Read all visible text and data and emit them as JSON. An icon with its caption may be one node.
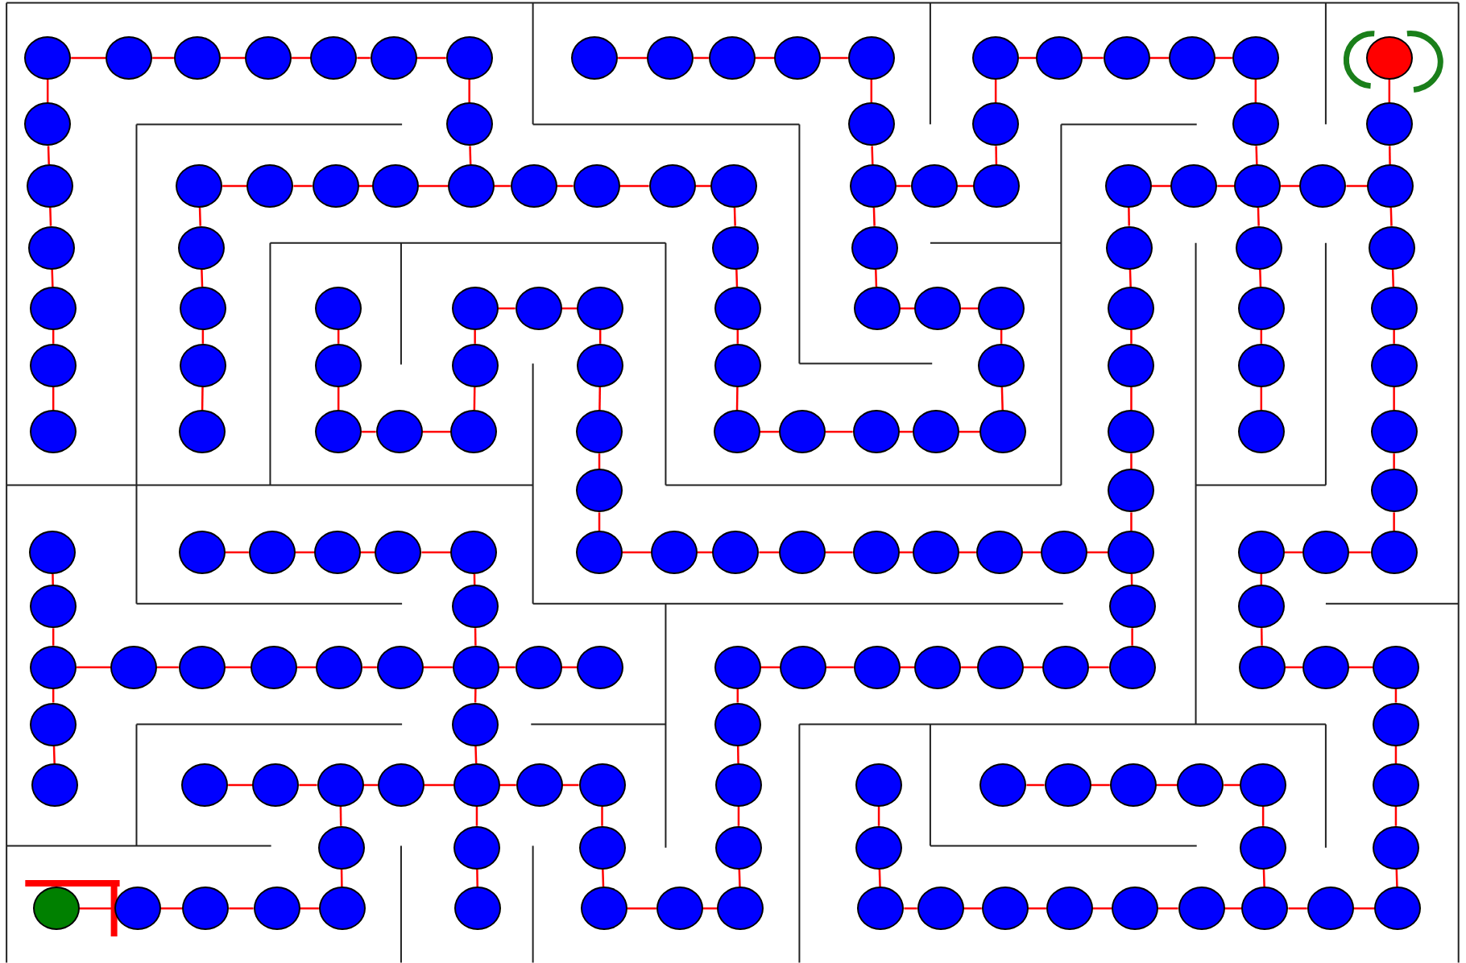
{
  "diagram": {
    "nodes": [
      {
        "text": [],
        "shape": "circle"
      },
      {
        "text": [],
        "shape": "circle"
      },
      {
        "text": [],
        "shape": "circle"
      },
      {
        "text": [],
        "shape": "circle"
      },
      {
        "text": [],
        "shape": "circle"
      },
      {
        "text": [],
        "shape": "circle"
      },
      {
        "text": [],
        "shape": "circle"
      },
      {
        "text": [],
        "shape": "circle"
      },
      {
        "text": [],
        "shape": "circle"
      },
      {
        "text": [],
        "shape": "circle"
      },
      {
        "text": [],
        "shape": "circle"
      },
      {
        "text": [],
        "shape": "circle"
      },
      {
        "text": [],
        "shape": "circle"
      },
      {
        "text": [],
        "shape": "circle"
      },
      {
        "text": [],
        "shape": "circle"
      },
      {
        "text": [],
        "shape": "circle"
      },
      {
        "text": [],
        "shape": "circle"
      },
      {
        "text": [],
        "shape": "circle"
      },
      {
        "text": [],
        "shape": "circle"
      },
      {
        "text": [],
        "shape": "circle"
      },
      {
        "text": [],
        "shape": "circle"
      },
      {
        "text": [],
        "shape": "circle"
      },
      {
        "text": [],
        "shape": "circle"
      },
      {
        "text": [],
        "shape": "circle"
      },
      {
        "text": [],
        "shape": "circle"
      },
      {
        "text": [],
        "shape": "circle"
      },
      {
        "text": [],
        "shape": "circle"
      },
      {
        "text": [],
        "shape": "circle"
      },
      {
        "text": [],
        "shape": "circle"
      },
      {
        "text": [],
        "shape": "circle"
      },
      {
        "text": [],
        "shape": "circle"
      },
      {
        "text": [],
        "shape": "circle"
      },
      {
        "text": [],
        "shape": "circle"
      },
      {
        "text": [],
        "shape": "circle"
      },
      {
        "text": [],
        "shape": "circle"
      },
      {
        "text": [],
        "shape": "circle"
      },
      {
        "text": [],
        "shape": "circle"
      },
      {
        "text": [],
        "shape": "circle"
      },
      {
        "text": [],
        "shape": "circle"
      },
      {
        "text": [],
        "shape": "circle"
      },
      {
        "text": [],
        "shape": "circle"
      },
      {
        "text": [],
        "shape": "circle"
      },
      {
        "text": [],
        "shape": "circle"
      },
      {
        "text": [],
        "shape": "circle"
      },
      {
        "text": [],
        "shape": "circle"
      },
      {
        "text": [],
        "shape": "circle"
      },
      {
        "text": [],
        "shape": "circle"
      },
      {
        "text": [],
        "shape": "circle"
      },
      {
        "text": [],
        "shape": "circle"
      },
      {
        "text": [],
        "shape": "circle"
      },
      {
        "text": [],
        "shape": "circle"
      },
      {
        "text": [],
        "shape": "circle"
      },
      {
        "text": [],
        "shape": "circle"
      },
      {
        "text": [],
        "shape": "circle"
      },
      {
        "text": [],
        "shape": "circle"
      },
      {
        "text": [],
        "shape": "circle"
      },
      {
        "text": [],
        "shape": "circle"
      },
      {
        "text": [],
        "shape": "circle"
      },
      {
        "text": [],
        "shape": "circle"
      },
      {
        "text": [],
        "shape": "circle"
      },
      {
        "text": [],
        "shape": "circle"
      },
      {
        "text": [],
        "shape": "circle"
      },
      {
        "text": [],
        "shape": "circle"
      },
      {
        "text": [],
        "shape": "circle"
      },
      {
        "text": [],
        "shape": "circle"
      },
      {
        "text": [],
        "shape": "circle"
      },
      {
        "text": [],
        "shape": "circle"
      },
      {
        "text": [],
        "shape": "circle"
      },
      {
        "text": [],
        "shape": "circle"
      },
      {
        "text": [],
        "shape": "circle"
      },
      {
        "text": [],
        "shape": "circle"
      },
      {
        "text": [],
        "shape": "circle"
      },
      {
        "text": [],
        "shape": "circle"
      },
      {
        "text": [],
        "shape": "circle"
      },
      {
        "text": [],
        "shape": "circle"
      },
      {
        "text": [],
        "shape": "circle"
      },
      {
        "text": [],
        "shape": "circle"
      },
      {
        "text": [],
        "shape": "circle"
      },
      {
        "text": [],
        "shape": "circle"
      },
      {
        "text": [],
        "shape": "circle"
      },
      {
        "text": [],
        "shape": "circle"
      },
      {
        "text": [],
        "shape": "circle"
      },
      {
        "text": [],
        "shape": "circle"
      },
      {
        "text": [],
        "shape": "circle"
      },
      {
        "text": [],
        "shape": "circle"
      },
      {
        "text": [],
        "shape": "circle"
      },
      {
        "text": [],
        "shape": "circle"
      },
      {
        "text": [],
        "shape": "circle"
      },
      {
        "text": [],
        "shape": "circle"
      },
      {
        "text": [],
        "shape": "circle"
      },
      {
        "text": [],
        "shape": "circle"
      },
      {
        "text": [],
        "shape": "circle"
      },
      {
        "text": [],
        "shape": "circle"
      },
      {
        "text": [],
        "shape": "circle"
      },
      {
        "text": [],
        "shape": "circle"
      },
      {
        "text": [],
        "shape": "circle"
      },
      {
        "text": [],
        "shape": "circle"
      },
      {
        "text": [],
        "shape": "circle"
      },
      {
        "text": [],
        "shape": "circle"
      },
      {
        "text": [],
        "shape": "circle"
      },
      {
        "text": [],
        "shape": "circle"
      },
      {
        "text": [],
        "shape": "circle"
      },
      {
        "text": [],
        "shape": "circle"
      },
      {
        "text": [],
        "shape": "circle"
      },
      {
        "text": [],
        "shape": "circle"
      },
      {
        "text": [],
        "shape": "circle"
      },
      {
        "text": [],
        "shape": "circle"
      },
      {
        "text": [],
        "shape": "circle"
      },
      {
        "text": [],
        "shape": "circle"
      },
      {
        "text": [],
        "shape": "circle"
      },
      {
        "text": [],
        "shape": "circle"
      },
      {
        "text": [],
        "shape": "circle"
      },
      {
        "text": [],
        "shape": "circle"
      },
      {
        "text": [],
        "shape": "circle"
      },
      {
        "text": [],
        "shape": "circle"
      },
      {
        "text": [],
        "shape": "circle"
      },
      {
        "text": [],
        "shape": "circle"
      },
      {
        "text": [],
        "shape": "circle"
      },
      {
        "text": [],
        "shape": "circle"
      },
      {
        "text": [],
        "shape": "circle"
      },
      {
        "text": [],
        "shape": "circle"
      },
      {
        "text": [],
        "shape": "circle"
      },
      {
        "text": [],
        "shape": "circle"
      },
      {
        "text": [],
        "shape": "circle"
      },
      {
        "text": [],
        "shape": "circle"
      },
      {
        "text": [],
        "shape": "circle"
      },
      {
        "text": [],
        "shape": "circle"
      },
      {
        "text": [],
        "shape": "circle"
      },
      {
        "text": [],
        "shape": "circle"
      },
      {
        "text": [],
        "shape": "circle"
      },
      {
        "text": [],
        "shape": "circle"
      },
      {
        "text": [],
        "shape": "circle"
      },
      {
        "text": [],
        "shape": "circle"
      },
      {
        "text": [],
        "shape": "circle"
      },
      {
        "text": [],
        "shape": "circle"
      },
      {
        "text": [],
        "shape": "circle"
      },
      {
        "text": [],
        "shape": "circle"
      },
      {
        "text": [],
        "shape": "circle"
      },
      {
        "text": [],
        "shape": "circle"
      },
      {
        "text": [],
        "shape": "circle"
      },
      {
        "text": [],
        "shape": "circle"
      },
      {
        "text": [],
        "shape": "circle"
      },
      {
        "text": [],
        "shape": "circle"
      },
      {
        "text": [],
        "shape": "circle"
      },
      {
        "text": [],
        "shape": "circle"
      },
      {
        "text": [],
        "shape": "circle"
      },
      {
        "text": [],
        "shape": "circle"
      },
      {
        "text": [],
        "shape": "circle"
      },
      {
        "text": [],
        "shape": "circle"
      },
      {
        "text": [],
        "shape": "circle"
      },
      {
        "text": [],
        "shape": "circle"
      },
      {
        "text": [],
        "shape": "circle"
      },
      {
        "text": [],
        "shape": "circle"
      },
      {
        "text": [],
        "shape": "circle"
      },
      {
        "text": [],
        "shape": "circle"
      },
      {
        "text": [],
        "shape": "circle"
      },
      {
        "text": [],
        "shape": "circle"
      },
      {
        "text": [],
        "shape": "circle"
      },
      {
        "text": [],
        "shape": "circle"
      },
      {
        "text": [],
        "shape": "circle"
      },
      {
        "text": [],
        "shape": "circle"
      },
      {
        "text": [],
        "shape": "circle"
      },
      {
        "text": [],
        "shape": "circle"
      },
      {
        "text": [],
        "shape": "circle"
      },
      {
        "text": [],
        "shape": "circle"
      },
      {
        "text": [],
        "shape": "circle"
      },
      {
        "text": [],
        "shape": "circle"
      },
      {
        "text": [],
        "shape": "circle"
      },
      {
        "text": [],
        "shape": "circle"
      },
      {
        "text": [],
        "shape": "circle"
      },
      {
        "text": [],
        "shape": "circle"
      },
      {
        "text": [],
        "shape": "circle"
      },
      {
        "text": [],
        "shape": "circle"
      },
      {
        "text": [],
        "shape": "circle"
      },
      {
        "text": [],
        "shape": "circle"
      }
    ],
    "edges": [
      {
        "from": 0,
        "to": 1,
        "arrow": "none"
      },
      {
        "from": 1,
        "to": 2,
        "arrow": "none"
      },
      {
        "from": 2,
        "to": 3,
        "arrow": "none"
      },
      {
        "from": 3,
        "to": 4,
        "arrow": "none"
      },
      {
        "from": 4,
        "to": 5,
        "arrow": "none"
      },
      {
        "from": 5,
        "to": 6,
        "arrow": "none"
      },
      {
        "from": 6,
        "to": 19,
        "arrow": "none"
      },
      {
        "from": 19,
        "to": 29,
        "arrow": "none"
      },
      {
        "from": 0,
        "to": 18,
        "arrow": "none"
      },
      {
        "from": 18,
        "to": 24,
        "arrow": "none"
      },
      {
        "from": 24,
        "to": 42,
        "arrow": "none"
      },
      {
        "from": 42,
        "to": 49,
        "arrow": "none"
      },
      {
        "from": 49,
        "to": 62,
        "arrow": "none"
      },
      {
        "from": 62,
        "to": 72,
        "arrow": "none"
      },
      {
        "from": 7,
        "to": 8,
        "arrow": "none"
      },
      {
        "from": 8,
        "to": 9,
        "arrow": "none"
      },
      {
        "from": 9,
        "to": 10,
        "arrow": "none"
      },
      {
        "from": 10,
        "to": 11,
        "arrow": "none"
      },
      {
        "from": 11,
        "to": 20,
        "arrow": "none"
      },
      {
        "from": 20,
        "to": 34,
        "arrow": "none"
      },
      {
        "from": 12,
        "to": 13,
        "arrow": "none"
      },
      {
        "from": 13,
        "to": 14,
        "arrow": "none"
      },
      {
        "from": 14,
        "to": 15,
        "arrow": "none"
      },
      {
        "from": 15,
        "to": 16,
        "arrow": "none"
      },
      {
        "from": 12,
        "to": 21,
        "arrow": "none"
      },
      {
        "from": 21,
        "to": 36,
        "arrow": "none"
      },
      {
        "from": 16,
        "to": 22,
        "arrow": "none"
      },
      {
        "from": 22,
        "to": 39,
        "arrow": "none"
      },
      {
        "from": 17,
        "to": 23,
        "arrow": "none"
      },
      {
        "from": 23,
        "to": 41,
        "arrow": "none"
      },
      {
        "from": 25,
        "to": 26,
        "arrow": "none"
      },
      {
        "from": 26,
        "to": 27,
        "arrow": "none"
      },
      {
        "from": 27,
        "to": 28,
        "arrow": "none"
      },
      {
        "from": 28,
        "to": 29,
        "arrow": "none"
      },
      {
        "from": 29,
        "to": 30,
        "arrow": "none"
      },
      {
        "from": 30,
        "to": 31,
        "arrow": "none"
      },
      {
        "from": 31,
        "to": 32,
        "arrow": "none"
      },
      {
        "from": 32,
        "to": 33,
        "arrow": "none"
      },
      {
        "from": 25,
        "to": 43,
        "arrow": "none"
      },
      {
        "from": 43,
        "to": 50,
        "arrow": "none"
      },
      {
        "from": 50,
        "to": 63,
        "arrow": "none"
      },
      {
        "from": 63,
        "to": 73,
        "arrow": "none"
      },
      {
        "from": 33,
        "to": 44,
        "arrow": "none"
      },
      {
        "from": 44,
        "to": 55,
        "arrow": "none"
      },
      {
        "from": 55,
        "to": 67,
        "arrow": "none"
      },
      {
        "from": 67,
        "to": 78,
        "arrow": "none"
      },
      {
        "from": 34,
        "to": 35,
        "arrow": "none"
      },
      {
        "from": 35,
        "to": 36,
        "arrow": "none"
      },
      {
        "from": 34,
        "to": 45,
        "arrow": "none"
      },
      {
        "from": 45,
        "to": 56,
        "arrow": "none"
      },
      {
        "from": 37,
        "to": 38,
        "arrow": "none"
      },
      {
        "from": 38,
        "to": 39,
        "arrow": "none"
      },
      {
        "from": 39,
        "to": 40,
        "arrow": "none"
      },
      {
        "from": 40,
        "to": 41,
        "arrow": "none"
      },
      {
        "from": 37,
        "to": 46,
        "arrow": "none"
      },
      {
        "from": 46,
        "to": 59,
        "arrow": "none"
      },
      {
        "from": 59,
        "to": 69,
        "arrow": "none"
      },
      {
        "from": 69,
        "to": 83,
        "arrow": "none"
      },
      {
        "from": 83,
        "to": 87,
        "arrow": "none"
      },
      {
        "from": 87,
        "to": 103,
        "arrow": "none"
      },
      {
        "from": 103,
        "to": 109,
        "arrow": "none"
      },
      {
        "from": 109,
        "to": 126,
        "arrow": "none"
      },
      {
        "from": 39,
        "to": 47,
        "arrow": "none"
      },
      {
        "from": 47,
        "to": 60,
        "arrow": "none"
      },
      {
        "from": 60,
        "to": 70,
        "arrow": "none"
      },
      {
        "from": 70,
        "to": 84,
        "arrow": "none"
      },
      {
        "from": 41,
        "to": 48,
        "arrow": "none"
      },
      {
        "from": 48,
        "to": 61,
        "arrow": "none"
      },
      {
        "from": 61,
        "to": 71,
        "arrow": "none"
      },
      {
        "from": 71,
        "to": 85,
        "arrow": "none"
      },
      {
        "from": 85,
        "to": 88,
        "arrow": "none"
      },
      {
        "from": 88,
        "to": 106,
        "arrow": "none"
      },
      {
        "from": 51,
        "to": 64,
        "arrow": "none"
      },
      {
        "from": 64,
        "to": 74,
        "arrow": "none"
      },
      {
        "from": 74,
        "to": 75,
        "arrow": "none"
      },
      {
        "from": 75,
        "to": 76,
        "arrow": "none"
      },
      {
        "from": 76,
        "to": 65,
        "arrow": "none"
      },
      {
        "from": 65,
        "to": 52,
        "arrow": "none"
      },
      {
        "from": 52,
        "to": 53,
        "arrow": "none"
      },
      {
        "from": 53,
        "to": 54,
        "arrow": "none"
      },
      {
        "from": 54,
        "to": 66,
        "arrow": "none"
      },
      {
        "from": 66,
        "to": 77,
        "arrow": "none"
      },
      {
        "from": 77,
        "to": 86,
        "arrow": "none"
      },
      {
        "from": 86,
        "to": 95,
        "arrow": "none"
      },
      {
        "from": 56,
        "to": 57,
        "arrow": "none"
      },
      {
        "from": 57,
        "to": 58,
        "arrow": "none"
      },
      {
        "from": 58,
        "to": 68,
        "arrow": "none"
      },
      {
        "from": 68,
        "to": 82,
        "arrow": "none"
      },
      {
        "from": 78,
        "to": 79,
        "arrow": "none"
      },
      {
        "from": 79,
        "to": 80,
        "arrow": "none"
      },
      {
        "from": 80,
        "to": 81,
        "arrow": "none"
      },
      {
        "from": 81,
        "to": 82,
        "arrow": "none"
      },
      {
        "from": 95,
        "to": 96,
        "arrow": "none"
      },
      {
        "from": 96,
        "to": 97,
        "arrow": "none"
      },
      {
        "from": 97,
        "to": 98,
        "arrow": "none"
      },
      {
        "from": 98,
        "to": 99,
        "arrow": "none"
      },
      {
        "from": 99,
        "to": 100,
        "arrow": "none"
      },
      {
        "from": 100,
        "to": 101,
        "arrow": "none"
      },
      {
        "from": 101,
        "to": 102,
        "arrow": "none"
      },
      {
        "from": 102,
        "to": 103,
        "arrow": "none"
      },
      {
        "from": 104,
        "to": 105,
        "arrow": "none"
      },
      {
        "from": 105,
        "to": 106,
        "arrow": "none"
      },
      {
        "from": 104,
        "to": 110,
        "arrow": "none"
      },
      {
        "from": 110,
        "to": 127,
        "arrow": "none"
      },
      {
        "from": 127,
        "to": 128,
        "arrow": "none"
      },
      {
        "from": 128,
        "to": 129,
        "arrow": "none"
      },
      {
        "from": 129,
        "to": 133,
        "arrow": "none"
      },
      {
        "from": 133,
        "to": 149,
        "arrow": "none"
      },
      {
        "from": 149,
        "to": 156,
        "arrow": "none"
      },
      {
        "from": 156,
        "to": 174,
        "arrow": "none"
      },
      {
        "from": 89,
        "to": 107,
        "arrow": "none"
      },
      {
        "from": 107,
        "to": 111,
        "arrow": "none"
      },
      {
        "from": 111,
        "to": 130,
        "arrow": "none"
      },
      {
        "from": 130,
        "to": 134,
        "arrow": "none"
      },
      {
        "from": 90,
        "to": 91,
        "arrow": "none"
      },
      {
        "from": 91,
        "to": 92,
        "arrow": "none"
      },
      {
        "from": 92,
        "to": 93,
        "arrow": "none"
      },
      {
        "from": 93,
        "to": 94,
        "arrow": "none"
      },
      {
        "from": 94,
        "to": 108,
        "arrow": "none"
      },
      {
        "from": 108,
        "to": 117,
        "arrow": "none"
      },
      {
        "from": 111,
        "to": 112,
        "arrow": "none"
      },
      {
        "from": 112,
        "to": 113,
        "arrow": "none"
      },
      {
        "from": 113,
        "to": 114,
        "arrow": "none"
      },
      {
        "from": 114,
        "to": 115,
        "arrow": "none"
      },
      {
        "from": 115,
        "to": 116,
        "arrow": "none"
      },
      {
        "from": 116,
        "to": 117,
        "arrow": "none"
      },
      {
        "from": 117,
        "to": 118,
        "arrow": "none"
      },
      {
        "from": 118,
        "to": 119,
        "arrow": "none"
      },
      {
        "from": 117,
        "to": 131,
        "arrow": "none"
      },
      {
        "from": 131,
        "to": 139,
        "arrow": "none"
      },
      {
        "from": 139,
        "to": 151,
        "arrow": "none"
      },
      {
        "from": 151,
        "to": 162,
        "arrow": "none"
      },
      {
        "from": 120,
        "to": 121,
        "arrow": "none"
      },
      {
        "from": 121,
        "to": 122,
        "arrow": "none"
      },
      {
        "from": 122,
        "to": 123,
        "arrow": "none"
      },
      {
        "from": 123,
        "to": 124,
        "arrow": "none"
      },
      {
        "from": 124,
        "to": 125,
        "arrow": "none"
      },
      {
        "from": 125,
        "to": 126,
        "arrow": "none"
      },
      {
        "from": 120,
        "to": 132,
        "arrow": "none"
      },
      {
        "from": 132,
        "to": 142,
        "arrow": "none"
      },
      {
        "from": 142,
        "to": 153,
        "arrow": "none"
      },
      {
        "from": 153,
        "to": 165,
        "arrow": "none"
      },
      {
        "from": 135,
        "to": 136,
        "arrow": "none"
      },
      {
        "from": 136,
        "to": 137,
        "arrow": "none"
      },
      {
        "from": 137,
        "to": 138,
        "arrow": "none"
      },
      {
        "from": 138,
        "to": 139,
        "arrow": "none"
      },
      {
        "from": 139,
        "to": 140,
        "arrow": "none"
      },
      {
        "from": 140,
        "to": 141,
        "arrow": "none"
      },
      {
        "from": 137,
        "to": 150,
        "arrow": "none"
      },
      {
        "from": 150,
        "to": 161,
        "arrow": "none"
      },
      {
        "from": 141,
        "to": 152,
        "arrow": "none"
      },
      {
        "from": 152,
        "to": 163,
        "arrow": "none"
      },
      {
        "from": 163,
        "to": 164,
        "arrow": "none"
      },
      {
        "from": 164,
        "to": 165,
        "arrow": "none"
      },
      {
        "from": 157,
        "to": 158,
        "arrow": "none"
      },
      {
        "from": 158,
        "to": 159,
        "arrow": "none"
      },
      {
        "from": 159,
        "to": 160,
        "arrow": "none"
      },
      {
        "from": 160,
        "to": 161,
        "arrow": "none"
      },
      {
        "from": 143,
        "to": 154,
        "arrow": "none"
      },
      {
        "from": 154,
        "to": 166,
        "arrow": "none"
      },
      {
        "from": 166,
        "to": 167,
        "arrow": "none"
      },
      {
        "from": 167,
        "to": 168,
        "arrow": "none"
      },
      {
        "from": 168,
        "to": 169,
        "arrow": "none"
      },
      {
        "from": 169,
        "to": 170,
        "arrow": "none"
      },
      {
        "from": 170,
        "to": 171,
        "arrow": "none"
      },
      {
        "from": 171,
        "to": 172,
        "arrow": "none"
      },
      {
        "from": 172,
        "to": 173,
        "arrow": "none"
      },
      {
        "from": 173,
        "to": 174,
        "arrow": "none"
      },
      {
        "from": 172,
        "to": 155,
        "arrow": "none"
      },
      {
        "from": 155,
        "to": 148,
        "arrow": "none"
      },
      {
        "from": 144,
        "to": 145,
        "arrow": "none"
      },
      {
        "from": 145,
        "to": 146,
        "arrow": "none"
      },
      {
        "from": 146,
        "to": 147,
        "arrow": "none"
      },
      {
        "from": 147,
        "to": 148,
        "arrow": "none"
      }
    ]
  }
}
